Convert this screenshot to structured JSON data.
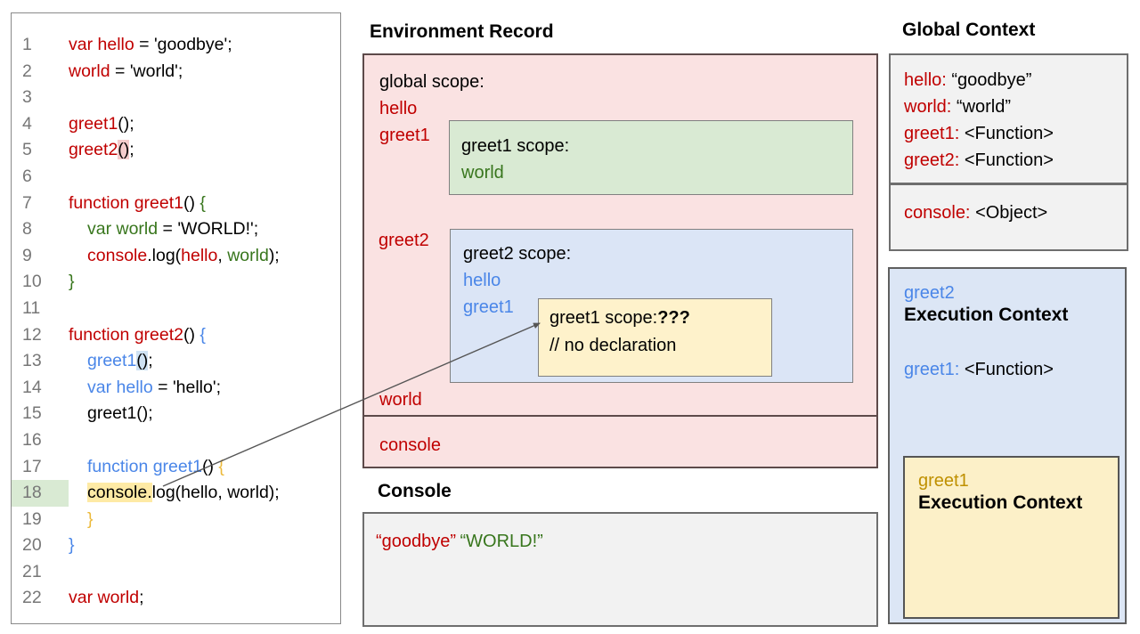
{
  "code": {
    "lines": [
      {
        "num": "1",
        "indent": 0,
        "tokens": [
          {
            "text": "var hello",
            "color": "red"
          },
          {
            "text": " = 'goodbye';",
            "color": "black"
          }
        ]
      },
      {
        "num": "2",
        "indent": 0,
        "tokens": [
          {
            "text": "world",
            "color": "red"
          },
          {
            "text": " = 'world';",
            "color": "black"
          }
        ]
      },
      {
        "num": "3",
        "indent": 0,
        "tokens": []
      },
      {
        "num": "4",
        "indent": 0,
        "tokens": [
          {
            "text": "greet1",
            "color": "red"
          },
          {
            "text": "();",
            "color": "black"
          }
        ]
      },
      {
        "num": "5",
        "indent": 0,
        "tokens": [
          {
            "text": "greet2",
            "color": "red"
          },
          {
            "text": "()",
            "color": "black",
            "hl": "pink"
          },
          {
            "text": ";",
            "color": "black"
          }
        ]
      },
      {
        "num": "6",
        "indent": 0,
        "tokens": []
      },
      {
        "num": "7",
        "indent": 0,
        "tokens": [
          {
            "text": "function greet1",
            "color": "red"
          },
          {
            "text": "() ",
            "color": "black"
          },
          {
            "text": "{",
            "color": "green"
          }
        ]
      },
      {
        "num": "8",
        "indent": 1,
        "tokens": [
          {
            "text": "var world",
            "color": "green"
          },
          {
            "text": " = 'WORLD!';",
            "color": "black"
          }
        ]
      },
      {
        "num": "9",
        "indent": 1,
        "tokens": [
          {
            "text": "console",
            "color": "red"
          },
          {
            "text": ".log(",
            "color": "black"
          },
          {
            "text": "hello",
            "color": "red"
          },
          {
            "text": ", ",
            "color": "black"
          },
          {
            "text": "world",
            "color": "green"
          },
          {
            "text": ");",
            "color": "black"
          }
        ]
      },
      {
        "num": "10",
        "indent": 0,
        "tokens": [
          {
            "text": "}",
            "color": "green"
          }
        ]
      },
      {
        "num": "11",
        "indent": 0,
        "tokens": []
      },
      {
        "num": "12",
        "indent": 0,
        "tokens": [
          {
            "text": "function greet2",
            "color": "red"
          },
          {
            "text": "() ",
            "color": "black"
          },
          {
            "text": "{",
            "color": "blue"
          }
        ]
      },
      {
        "num": "13",
        "indent": 1,
        "tokens": [
          {
            "text": "greet1",
            "color": "blue"
          },
          {
            "text": "()",
            "color": "black",
            "hl": "blue"
          },
          {
            "text": ";",
            "color": "black"
          }
        ]
      },
      {
        "num": "14",
        "indent": 1,
        "tokens": [
          {
            "text": "var hello",
            "color": "blue"
          },
          {
            "text": " = 'hello';",
            "color": "black"
          }
        ]
      },
      {
        "num": "15",
        "indent": 1,
        "tokens": [
          {
            "text": "greet1();",
            "color": "black"
          }
        ]
      },
      {
        "num": "16",
        "indent": 0,
        "tokens": []
      },
      {
        "num": "17",
        "indent": 1,
        "tokens": [
          {
            "text": "function greet1",
            "color": "blue"
          },
          {
            "text": "() ",
            "color": "black"
          },
          {
            "text": "{",
            "color": "gold"
          }
        ]
      },
      {
        "num": "18",
        "indent": 1,
        "num_hl": true,
        "tokens": [
          {
            "text": "console.",
            "color": "black",
            "hl": "yellow"
          },
          {
            "text": "log(hello, world);",
            "color": "black"
          }
        ]
      },
      {
        "num": "19",
        "indent": 1,
        "tokens": [
          {
            "text": "}",
            "color": "gold"
          }
        ]
      },
      {
        "num": "20",
        "indent": 0,
        "tokens": [
          {
            "text": "}",
            "color": "blue"
          }
        ]
      },
      {
        "num": "21",
        "indent": 0,
        "tokens": []
      },
      {
        "num": "22",
        "indent": 0,
        "tokens": [
          {
            "text": "var world",
            "color": "red"
          },
          {
            "text": ";",
            "color": "black"
          }
        ]
      }
    ]
  },
  "environment_record": {
    "title": "Environment Record",
    "global_scope": {
      "label": "global scope:",
      "var_hello": "hello",
      "var_greet1": "greet1",
      "var_greet2": "greet2",
      "var_world": "world"
    },
    "greet1_scope": {
      "label": "greet1 scope:",
      "var_world": "world"
    },
    "greet2_scope": {
      "label": "greet2 scope:",
      "var_hello": "hello",
      "var_greet1": "greet1"
    },
    "greet1_inner_scope": {
      "label": "greet1 scope:",
      "question": "???",
      "comment": "// no declaration"
    },
    "console_scope": {
      "var_console": "console"
    }
  },
  "console_panel": {
    "title": "Console",
    "output_goodbye": "“goodbye”",
    "output_world": "“WORLD!”"
  },
  "global_context": {
    "title": "Global Context",
    "variables": [
      {
        "label": "hello:",
        "value": "“goodbye”"
      },
      {
        "label": "world:",
        "value": "“world”"
      },
      {
        "label": "greet1:",
        "value": "<Function>"
      },
      {
        "label": "greet2:",
        "value": "<Function>"
      }
    ],
    "objects": [
      {
        "label": "console:",
        "value": "<Object>"
      }
    ]
  },
  "greet2_execution_context": {
    "name": "greet2",
    "title": "Execution Context",
    "entry": {
      "label": "greet1:",
      "value": "<Function>"
    }
  },
  "greet1_execution_context": {
    "name": "greet1",
    "title": "Execution Context"
  },
  "colors": {
    "code_red": "#c00000",
    "code_green": "#38761d",
    "code_blue": "#4a86e8",
    "code_gold": "#ecb939",
    "pink_bg": "#fae2e2",
    "green_bg": "#d9ead3",
    "blue_bg": "#dbe5f6",
    "yellow_bg": "#fef2cb",
    "gray_bg": "#f2f2f2"
  }
}
